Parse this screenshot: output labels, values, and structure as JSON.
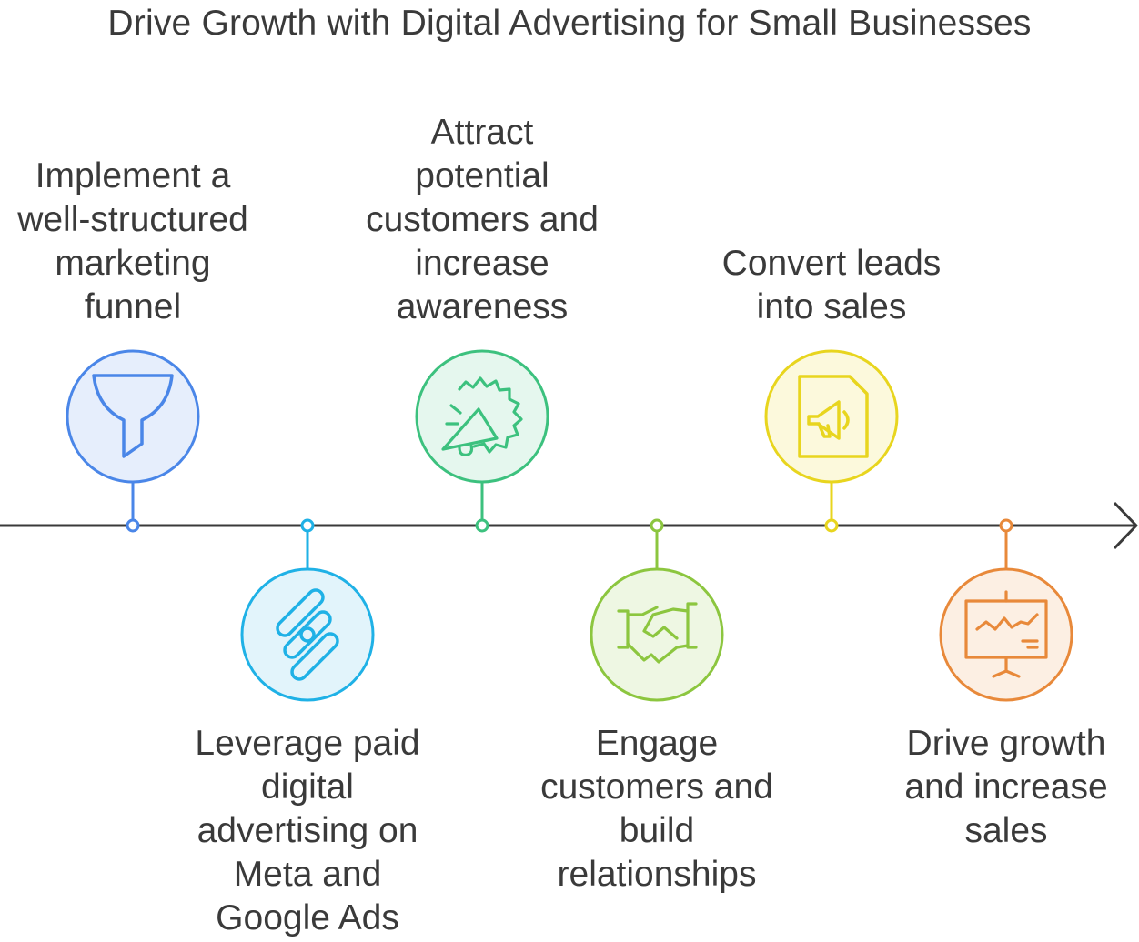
{
  "title": "Drive Growth with Digital Advertising for Small Businesses",
  "steps": [
    {
      "label": "Implement a\nwell-structured\nmarketing\nfunnel",
      "icon": "funnel-icon",
      "color": "#4a86e8",
      "fill": "#e6eefc",
      "side": "top"
    },
    {
      "label": "Leverage paid\ndigital\nadvertising on\nMeta and\nGoogle Ads",
      "icon": "ads-stripes-icon",
      "color": "#1fb1e6",
      "fill": "#e2f4fb",
      "side": "bottom"
    },
    {
      "label": "Attract\npotential\ncustomers and\nincrease\nawareness",
      "icon": "megaphone-badge-icon",
      "color": "#3cc17e",
      "fill": "#e5f7ee",
      "side": "top"
    },
    {
      "label": "Engage\ncustomers and\nbuild\nrelationships",
      "icon": "handshake-icon",
      "color": "#8cc63f",
      "fill": "#eef7e3",
      "side": "bottom"
    },
    {
      "label": "Convert leads\ninto sales",
      "icon": "megaphone-document-icon",
      "color": "#e8d51e",
      "fill": "#fcf9dc",
      "side": "top"
    },
    {
      "label": "Drive growth\nand increase\nsales",
      "icon": "presentation-chart-icon",
      "color": "#e8893a",
      "fill": "#fcefe3",
      "side": "bottom"
    }
  ]
}
